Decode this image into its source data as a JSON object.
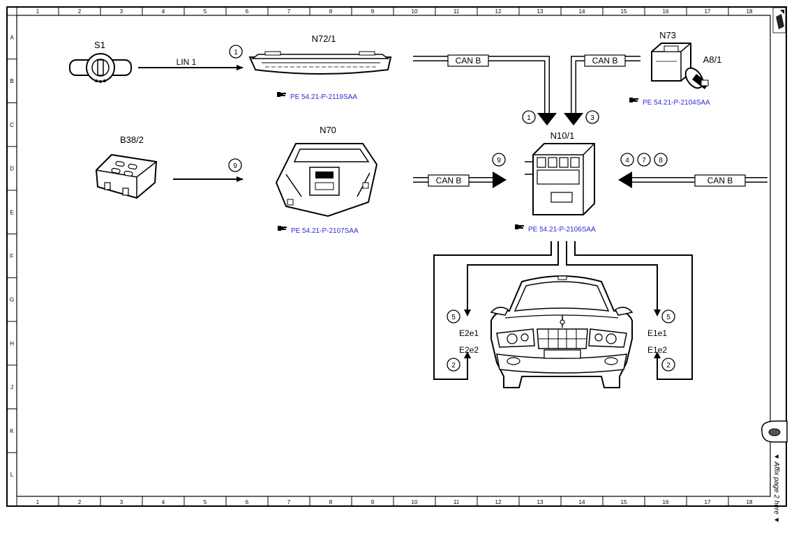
{
  "grid": {
    "columns": [
      "1",
      "2",
      "3",
      "4",
      "5",
      "6",
      "7",
      "8",
      "9",
      "10",
      "11",
      "12",
      "13",
      "14",
      "15",
      "16",
      "17",
      "18"
    ],
    "rows": [
      "A",
      "B",
      "C",
      "D",
      "E",
      "F",
      "G",
      "H",
      "J",
      "K",
      "L"
    ]
  },
  "components": {
    "s1": "S1",
    "n72_1": "N72/1",
    "n73": "N73",
    "a8_1": "A8/1",
    "b38_2": "B38/2",
    "n70": "N70",
    "n10_1": "N10/1",
    "e2e1": "E2e1",
    "e2e2": "E2e2",
    "e1e1": "E1e1",
    "e1e2": "E1e2"
  },
  "buses": {
    "lin1": "LIN 1",
    "can_b": "CAN B"
  },
  "references": {
    "n72_1": "PE 54.21-P-2119SAA",
    "n73": "PE 54.21-P-2104SAA",
    "n70": "PE 54.21-P-2107SAA",
    "n10_1": "PE 54.21-P-2106SAA"
  },
  "signals": {
    "s1_to_n72": "1",
    "n72_to_n10": "1",
    "n73_to_n10": "3",
    "b38_to_n70": "9",
    "n70_to_n10": "9",
    "right_a": "4",
    "right_b": "7",
    "right_c": "8",
    "left_e2e1": "5",
    "left_e2e2": "2",
    "right_e1e1": "5",
    "right_e1e2": "2"
  },
  "affix_note": "▼ Affix page 2 here ▼",
  "icons": [
    "reference-hand-icon",
    "page-corner-icon",
    "binder-clip-icon"
  ]
}
